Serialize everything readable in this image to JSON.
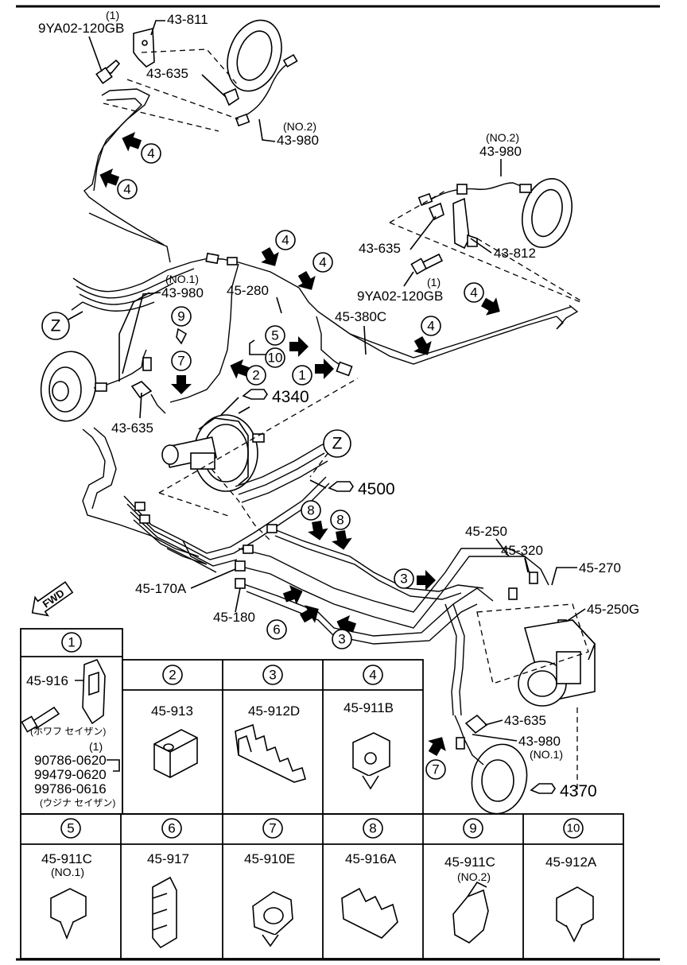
{
  "main_labels": {
    "bolt_top_qty": "(1)",
    "bolt_top": "9YA02-120GB",
    "bracket_left": "43-811",
    "clip_top_left": "43-635",
    "hose_top_left_no": "(NO.2)",
    "hose_top_left": "43-980",
    "hose_top_right_no": "(NO.2)",
    "hose_top_right": "43-980",
    "clip_right": "43-635",
    "bracket_right": "43-812",
    "bolt_right_qty": "(1)",
    "bolt_right": "9YA02-120GB",
    "pipe_45_280": "45-280",
    "pipe_45_380c": "45-380C",
    "hose_left_no": "(NO.1)",
    "hose_left": "43-980",
    "clip_left": "43-635",
    "ref_4340": "4340",
    "ref_4500": "4500",
    "pipe_45_250": "45-250",
    "pipe_45_320": "45-320",
    "pipe_45_270": "45-270",
    "pipe_45_250g": "45-250G",
    "pipe_45_170a": "45-170A",
    "pipe_45_180": "45-180",
    "clip_bottom": "43-635",
    "hose_bottom": "43-980",
    "hose_bottom_no": "(NO.1)",
    "ref_4370": "4370",
    "fwd": "FWD",
    "z_top": "Z",
    "z_mid": "Z"
  },
  "callouts": {
    "c1": "1",
    "c2": "2",
    "c3": "3",
    "c4": "4",
    "c5": "5",
    "c6": "6",
    "c7": "7",
    "c8": "8",
    "c9": "9",
    "c10": "10"
  },
  "table": {
    "cells": [
      {
        "num": "1",
        "part": "45-916"
      },
      {
        "num": "2",
        "part": "45-913"
      },
      {
        "num": "3",
        "part": "45-912D"
      },
      {
        "num": "4",
        "part": "45-911B"
      },
      {
        "num": "5",
        "part": "45-911C",
        "note": "(NO.1)"
      },
      {
        "num": "6",
        "part": "45-917"
      },
      {
        "num": "7",
        "part": "45-910E"
      },
      {
        "num": "8",
        "part": "45-916A"
      },
      {
        "num": "9",
        "part": "45-911C",
        "note": "(NO.2)"
      },
      {
        "num": "10",
        "part": "45-912A"
      }
    ],
    "cell1_extra": {
      "jp1": "(ホワフ セイザン)",
      "qty": "(1)",
      "bolt_a": "90786-0620",
      "bolt_b": "99479-0620",
      "bolt_c": "99786-0616",
      "jp2": "(ウジナ セイザン)"
    }
  }
}
